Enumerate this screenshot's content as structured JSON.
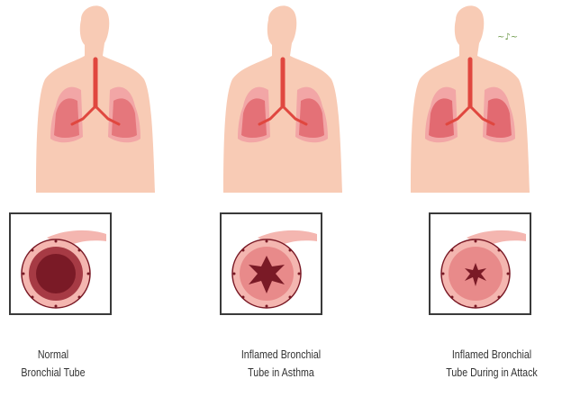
{
  "colors": {
    "skin": "#f8cbb5",
    "trachea": "#e0473f",
    "lung_light": "#f2a6a6",
    "lung_dark": "#e0646b",
    "wall": "#f4b6b0",
    "lumen_dark": "#7a1a26",
    "frame": "#3a3a3a"
  },
  "panels": [
    {
      "caption_line1": "Normal",
      "caption_line2": "Bronchial Tube",
      "airway_state": "normal"
    },
    {
      "caption_line1": "Inflamed Bronchial",
      "caption_line2": "Tube in Asthma",
      "airway_state": "inflamed"
    },
    {
      "caption_line1": "Inflamed Bronchial",
      "caption_line2": "Tube During in Attack",
      "airway_state": "attack"
    }
  ],
  "wheeze_mark": "~♪~"
}
